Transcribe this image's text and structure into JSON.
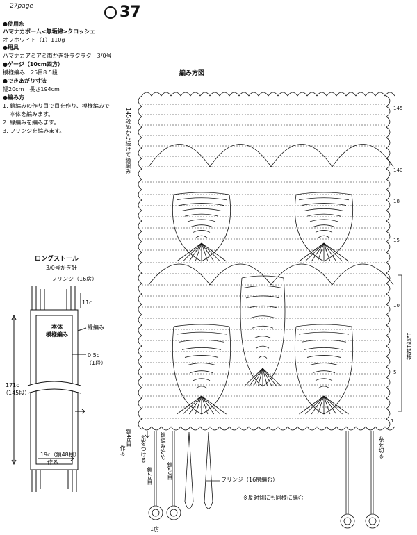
{
  "header": {
    "page_ref": "27page",
    "page_number": "37"
  },
  "instructions": {
    "yarn_heading": "●使用糸",
    "yarn_line1": "ハマナカボーム<無垢綿>クロッシェ",
    "yarn_line2": "オフホワイト（1）110g",
    "tools_heading": "●用具",
    "tools_line": "ハマナカアミアミ両かぎ針ラクラク　3/0号",
    "gauge_heading": "●ゲージ（10cm四方）",
    "gauge_line": "模様編み　25目8.5段",
    "size_heading": "●できあがり寸法",
    "size_line": "幅20cm　長さ194cm",
    "method_heading": "●編み方",
    "step1a": "1. 鎖編みの作り目で目を作り、模様編みで",
    "step1b": "本体を編みます。",
    "step2": "2. 縁編みを編みます。",
    "step3": "3. フリンジを編みます。"
  },
  "stole": {
    "title": "ロングストール",
    "hook": "3/0号かぎ針",
    "fringe": "フリンジ（16房）",
    "fringe_len": "11c",
    "body_label1": "本体",
    "body_label2": "模様編み",
    "edging": "縁編み",
    "edge_w1": "0.5c",
    "edge_w2": "（1段）",
    "length1": "171c",
    "length2": "（145段）",
    "width1": "19c（鎖48目）",
    "width2": "作る"
  },
  "chart": {
    "title": "編み方図",
    "left_note": "145段めから続けて縁編み",
    "row_labels": [
      "145",
      "140",
      "18",
      "15",
      "10",
      "5",
      "1"
    ],
    "repeat_note": "12段1模様",
    "start_note1": "鎖48目",
    "start_note2": "作る",
    "join_note": "糸をつける",
    "chain_start": "鎖編み始め",
    "cut_note": "糸を切る",
    "chain25": "鎖25目",
    "chain20": "鎖20目",
    "one_tassel": "1房",
    "fringe_note": "フリンジ（16房編む）",
    "other_side": "※反対側にも同様に編む"
  },
  "colors": {
    "ink": "#111111",
    "paper": "#ffffff"
  }
}
